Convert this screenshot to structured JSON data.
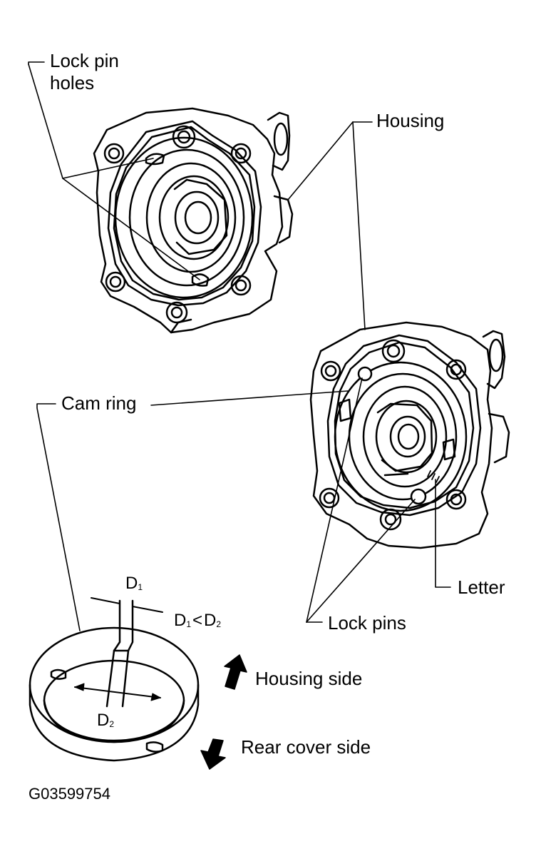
{
  "labels": {
    "lock_pin_holes_line1": "Lock pin",
    "lock_pin_holes_line2": "holes",
    "housing": "Housing",
    "cam_ring": "Cam ring",
    "letter": "Letter",
    "lock_pins": "Lock pins",
    "housing_side": "Housing side",
    "rear_cover_side": "Rear cover side"
  },
  "dimensions": {
    "d1": "D",
    "d1_sub": "1",
    "d2": "D",
    "d2_sub": "2",
    "relation_a": "D",
    "relation_a_sub": "1",
    "relation_op": "<",
    "relation_b": "D",
    "relation_b_sub": "2"
  },
  "figure_code": "G03599754"
}
